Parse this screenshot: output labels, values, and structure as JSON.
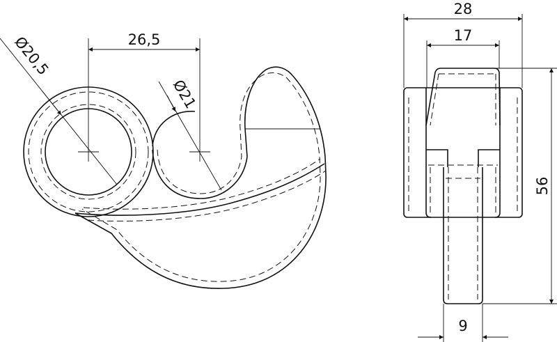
{
  "drawing": {
    "type": "technical-drawing",
    "views": [
      "front-view",
      "side-view"
    ],
    "dimensions": {
      "big_hole_diameter": "Ø20,5",
      "small_hole_diameter": "Ø21",
      "center_distance": "26,5",
      "overall_width": "28",
      "inner_width": "17",
      "overall_height": "56",
      "stem_width": "9"
    },
    "diameter_symbol": "Φ",
    "big_hole_value": "20,5",
    "small_hole_value": "21",
    "line_color": "#111111",
    "background_color": "#ffffff"
  }
}
